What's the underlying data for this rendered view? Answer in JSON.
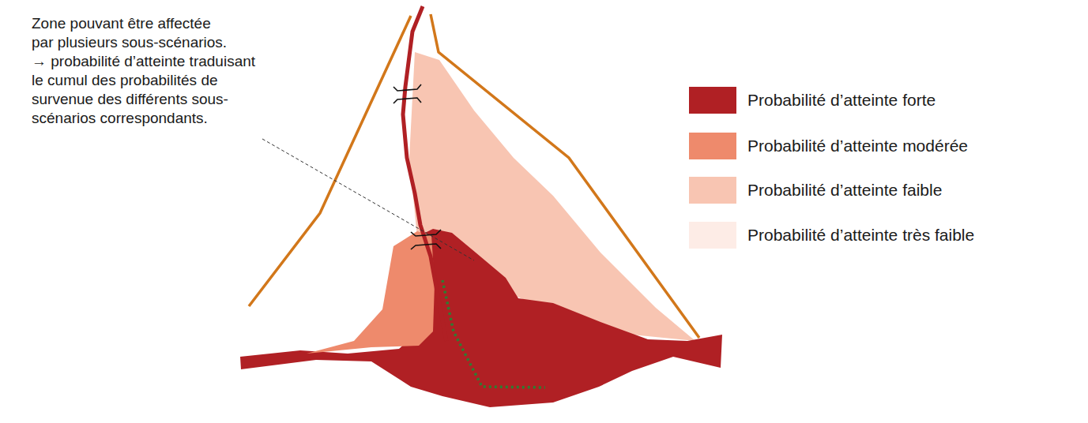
{
  "diagram": {
    "labels": [
      "Zone pouvant être affectée par plusieurs sous-scénarios.",
      "→ probabilité d’atteinte traduisant le cumul des probabilités de survenue des différents sous-scénarios correspondants."
    ],
    "legend": [
      {
        "text": "Probabilité d’atteinte forte",
        "color": "#B02024"
      },
      {
        "text": "Probabilité d’atteinte modérée",
        "color": "#EE8A6C"
      },
      {
        "text": "Probabilité d’atteinte faible",
        "color": "#F8C5B2"
      },
      {
        "text": "Probabilité d’atteinte très faible",
        "color": "#FDECE6"
      }
    ]
  }
}
